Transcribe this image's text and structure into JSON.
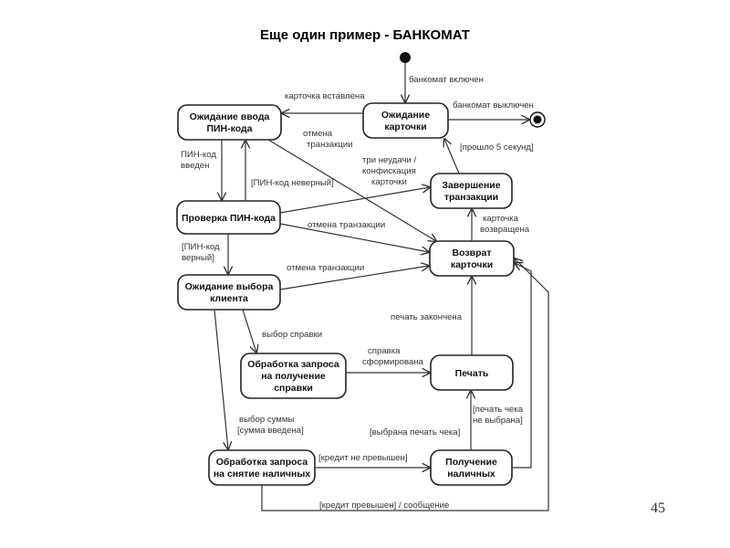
{
  "title": "Еще один пример - БАНКОМАТ",
  "page_number": "45",
  "states": {
    "waiting_pin": [
      "Ожидание ввода",
      "ПИН-кода"
    ],
    "waiting_card": [
      "Ожидание",
      "карточки"
    ],
    "check_pin": [
      "Проверка ПИН-кода"
    ],
    "finish_txn": [
      "Завершение",
      "транзакции"
    ],
    "return_card": [
      "Возврат",
      "карточки"
    ],
    "waiting_choice": [
      "Ожидание выбора",
      "клиента"
    ],
    "process_info": [
      "Обработка запроса",
      "на получение",
      "справки"
    ],
    "printing": [
      "Печать"
    ],
    "process_cash": [
      "Обработка запроса",
      "на снятие наличных"
    ],
    "get_cash": [
      "Получение",
      "наличных"
    ]
  },
  "transitions": {
    "atm_on": "банкомат включен",
    "atm_off": "банкомат выключен",
    "card_inserted": "карточка вставлена",
    "pin_entered": [
      "ПИН-код",
      "введен"
    ],
    "pin_wrong": "[ПИН-код неверный]",
    "cancel_1": [
      "отмена",
      "транзакции"
    ],
    "three_fails": [
      "три неудачи /",
      "конфискация",
      "карточки"
    ],
    "timeout": "[прошло 5 секунд]",
    "cancel_2": "отмена транзакции",
    "pin_ok": [
      "[ПИН-код",
      "верный]"
    ],
    "cancel_3": "отмена транзакции",
    "card_returned": [
      "карточка",
      "возвращена"
    ],
    "print_done": "печать закончена",
    "choose_info": "выбор справки",
    "info_ready": [
      "справка",
      "сформирована"
    ],
    "choose_amount": [
      "выбор суммы",
      "[сумма введена]"
    ],
    "print_selected": "[выбрана печать чека]",
    "print_not_selected": [
      "[печать чека",
      "не выбрана]"
    ],
    "limit_ok": "[кредит не превышен]",
    "limit_exceeded": "[кредит превышен] / сообщение"
  }
}
